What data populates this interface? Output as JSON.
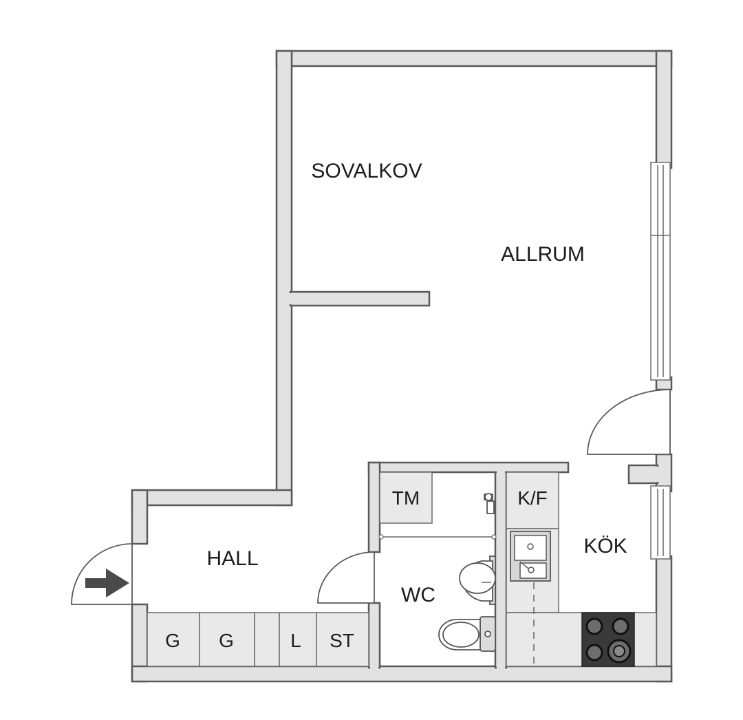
{
  "rooms": {
    "sovalkov": "SOVALKOV",
    "allrum": "ALLRUM",
    "hall": "HALL",
    "wc": "WC",
    "kok": "KÖK"
  },
  "fixtures": {
    "g1": "G",
    "g2": "G",
    "l": "L",
    "st": "ST",
    "tm": "TM",
    "kf": "K/F"
  },
  "icons": {
    "entrance": "entrance-arrow-icon",
    "stove": "stove-icon",
    "sink": "kitchen-sink-icon",
    "toilet": "toilet-icon",
    "washbasin": "washbasin-icon"
  },
  "colors": {
    "wall_fill": "#e2e2e2",
    "wall_stroke": "#595959",
    "arrow": "#4a4a4a",
    "stove": "#3a3a3a"
  }
}
